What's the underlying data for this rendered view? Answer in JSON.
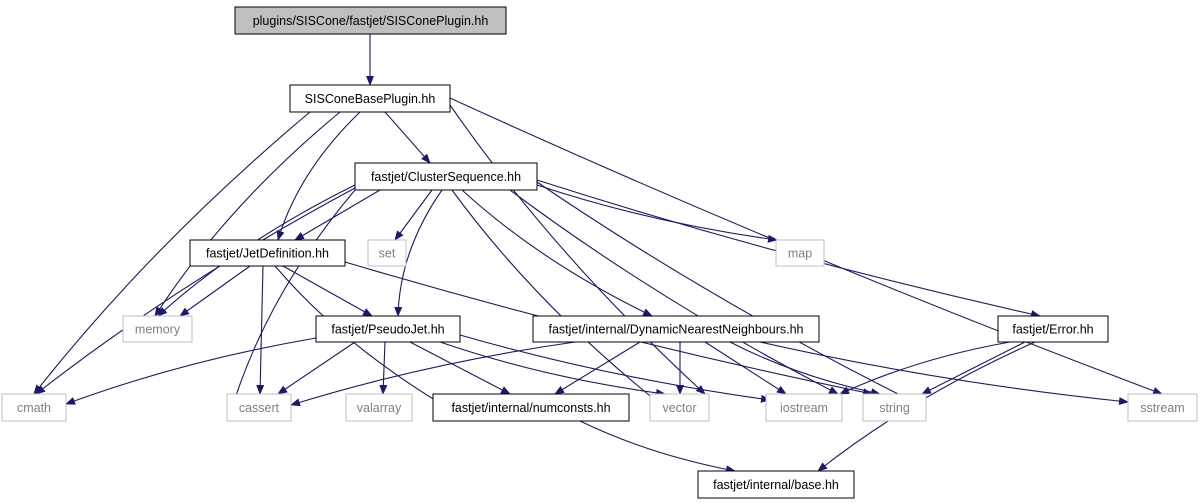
{
  "colors": {
    "edge": "#191970",
    "box_border": "#000000",
    "external_border": "#bfbfbf",
    "external_text": "#808080",
    "root_fill": "#bfbfbf",
    "node_text": "#000000"
  },
  "nodes": [
    {
      "id": "siscone_plugin",
      "label": "plugins/SISCone/fastjet/SISConePlugin.hh",
      "kind": "root"
    },
    {
      "id": "siscone_base",
      "label": "SISConeBasePlugin.hh",
      "kind": "file"
    },
    {
      "id": "cluster_sequence",
      "label": "fastjet/ClusterSequence.hh",
      "kind": "file"
    },
    {
      "id": "jet_definition",
      "label": "fastjet/JetDefinition.hh",
      "kind": "file"
    },
    {
      "id": "set",
      "label": "set",
      "kind": "external"
    },
    {
      "id": "map",
      "label": "map",
      "kind": "external"
    },
    {
      "id": "memory",
      "label": "memory",
      "kind": "external"
    },
    {
      "id": "pseudojet",
      "label": "fastjet/PseudoJet.hh",
      "kind": "file"
    },
    {
      "id": "dnn",
      "label": "fastjet/internal/DynamicNearestNeighbours.hh",
      "kind": "file"
    },
    {
      "id": "error",
      "label": "fastjet/Error.hh",
      "kind": "file"
    },
    {
      "id": "cmath",
      "label": "cmath",
      "kind": "external"
    },
    {
      "id": "cassert",
      "label": "cassert",
      "kind": "external"
    },
    {
      "id": "valarray",
      "label": "valarray",
      "kind": "external"
    },
    {
      "id": "numconsts",
      "label": "fastjet/internal/numconsts.hh",
      "kind": "file"
    },
    {
      "id": "vector",
      "label": "vector",
      "kind": "external"
    },
    {
      "id": "iostream",
      "label": "iostream",
      "kind": "external"
    },
    {
      "id": "string",
      "label": "string",
      "kind": "external"
    },
    {
      "id": "sstream",
      "label": "sstream",
      "kind": "external"
    },
    {
      "id": "base",
      "label": "fastjet/internal/base.hh",
      "kind": "file"
    }
  ],
  "edges": [
    {
      "from": "siscone_plugin",
      "to": "siscone_base"
    },
    {
      "from": "siscone_base",
      "to": "cluster_sequence"
    },
    {
      "from": "siscone_base",
      "to": "jet_definition"
    },
    {
      "from": "siscone_base",
      "to": "memory"
    },
    {
      "from": "siscone_base",
      "to": "cmath"
    },
    {
      "from": "siscone_base",
      "to": "vector"
    },
    {
      "from": "siscone_base",
      "to": "sstream"
    },
    {
      "from": "cluster_sequence",
      "to": "jet_definition"
    },
    {
      "from": "cluster_sequence",
      "to": "set"
    },
    {
      "from": "cluster_sequence",
      "to": "map"
    },
    {
      "from": "cluster_sequence",
      "to": "memory"
    },
    {
      "from": "cluster_sequence",
      "to": "cmath"
    },
    {
      "from": "cluster_sequence",
      "to": "cassert"
    },
    {
      "from": "cluster_sequence",
      "to": "pseudojet"
    },
    {
      "from": "cluster_sequence",
      "to": "vector"
    },
    {
      "from": "cluster_sequence",
      "to": "dnn"
    },
    {
      "from": "cluster_sequence",
      "to": "iostream"
    },
    {
      "from": "cluster_sequence",
      "to": "string"
    },
    {
      "from": "cluster_sequence",
      "to": "error"
    },
    {
      "from": "jet_definition",
      "to": "memory"
    },
    {
      "from": "jet_definition",
      "to": "pseudojet"
    },
    {
      "from": "jet_definition",
      "to": "cassert"
    },
    {
      "from": "jet_definition",
      "to": "numconsts"
    },
    {
      "from": "jet_definition",
      "to": "string"
    },
    {
      "from": "pseudojet",
      "to": "cmath"
    },
    {
      "from": "pseudojet",
      "to": "cassert"
    },
    {
      "from": "pseudojet",
      "to": "valarray"
    },
    {
      "from": "pseudojet",
      "to": "numconsts"
    },
    {
      "from": "pseudojet",
      "to": "vector"
    },
    {
      "from": "pseudojet",
      "to": "iostream"
    },
    {
      "from": "dnn",
      "to": "cassert"
    },
    {
      "from": "dnn",
      "to": "numconsts"
    },
    {
      "from": "dnn",
      "to": "vector"
    },
    {
      "from": "dnn",
      "to": "iostream"
    },
    {
      "from": "dnn",
      "to": "string"
    },
    {
      "from": "dnn",
      "to": "sstream"
    },
    {
      "from": "error",
      "to": "iostream"
    },
    {
      "from": "error",
      "to": "string"
    },
    {
      "from": "error",
      "to": "base"
    },
    {
      "from": "numconsts",
      "to": "base"
    }
  ]
}
